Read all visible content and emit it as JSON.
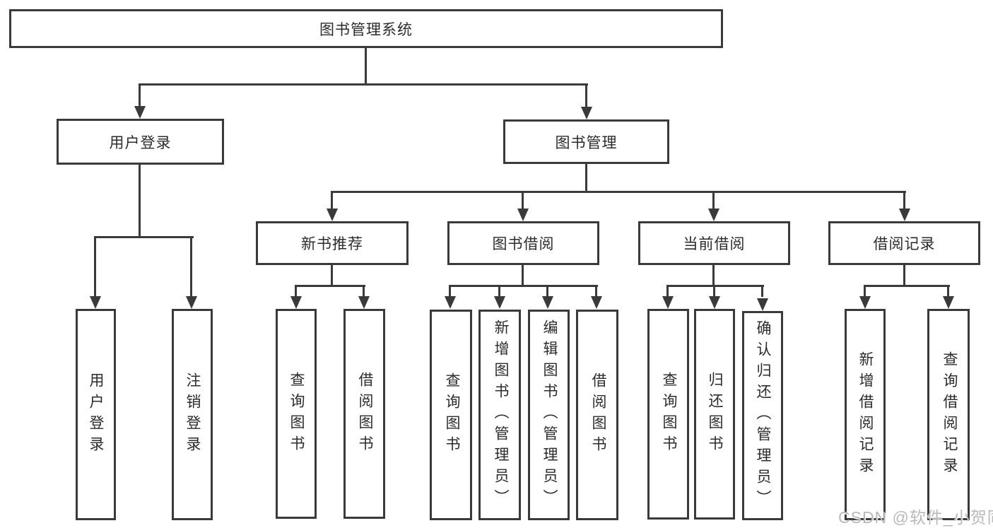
{
  "diagram": {
    "root": {
      "label": "图书管理系统"
    },
    "level2": [
      {
        "label": "用户登录"
      },
      {
        "label": "图书管理"
      }
    ],
    "level3": [
      {
        "label": "新书推荐"
      },
      {
        "label": "图书借阅"
      },
      {
        "label": "当前借阅"
      },
      {
        "label": "借阅记录"
      }
    ],
    "leaves": {
      "user_login": [
        "用户登录",
        "注销登录"
      ],
      "new_book_recommend": [
        "查询图书",
        "借阅图书"
      ],
      "book_borrow": [
        "查询图书",
        "新增图书（管理员）",
        "编辑图书（管理员）",
        "借阅图书"
      ],
      "current_borrow": [
        "查询图书",
        "归还图书",
        "确认归还（管理员）"
      ],
      "borrow_records": [
        "新增借阅记录",
        "查询借阅记录"
      ]
    },
    "watermark": "CSDN @软件_小贺同学",
    "colors": {
      "line": "#3a3a3a",
      "text": "#2b2b2b",
      "background": "#ffffff",
      "watermark": "#b9b9b9"
    }
  }
}
